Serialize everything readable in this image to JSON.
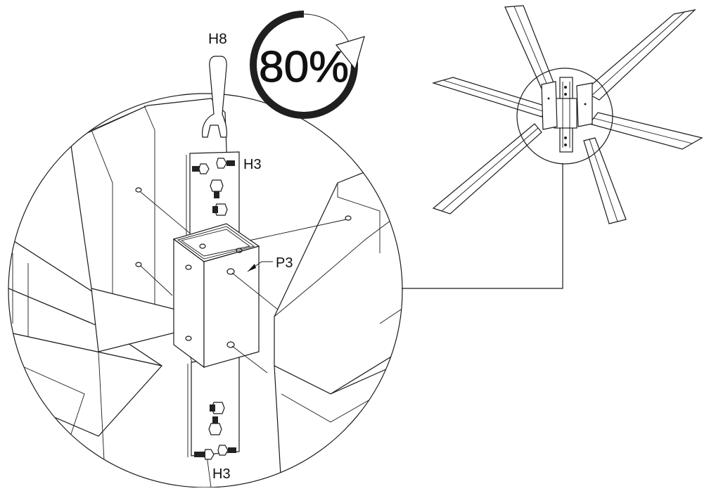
{
  "labels": {
    "wrench_size": "H8",
    "bolt_top": "H3",
    "bolt_bottom": "H3",
    "plate": "P3"
  },
  "progress": {
    "text": "80%",
    "value": 80
  },
  "colors": {
    "line": "#1a1a1a",
    "ring": "#1f1f1f",
    "background": "#ffffff"
  },
  "icons": {
    "tool": "wrench-icon",
    "fastener": "bolt-icon",
    "direction": "rotate-arrow-icon"
  }
}
